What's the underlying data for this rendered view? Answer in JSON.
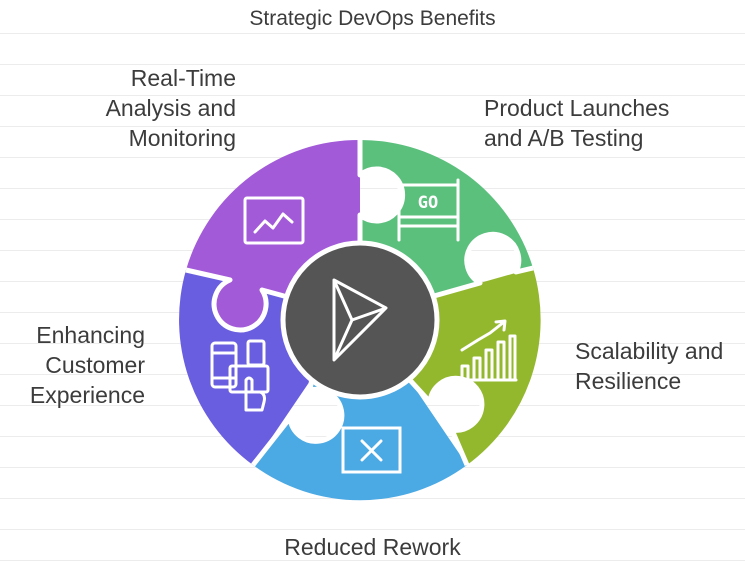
{
  "title": "Strategic DevOps Benefits",
  "segments": [
    {
      "id": "realtime",
      "lines": [
        "Real-Time",
        "Analysis and",
        "Monitoring"
      ],
      "color": "#a25ad8",
      "icon": "line-chart-icon"
    },
    {
      "id": "product",
      "lines": [
        "Product Launches",
        "and A/B Testing"
      ],
      "color": "#5cc07d",
      "icon": "go-sign-icon",
      "icon_text": "GO"
    },
    {
      "id": "scale",
      "lines": [
        "Scalability and",
        "Resilience"
      ],
      "color": "#93b82e",
      "icon": "growth-chart-icon"
    },
    {
      "id": "rework",
      "lines": [
        "Reduced Rework"
      ],
      "color": "#4ba9e4",
      "icon": "close-box-icon"
    },
    {
      "id": "enhance",
      "lines": [
        "Enhancing",
        "Customer",
        "Experience"
      ],
      "color": "#6a5ee0",
      "icon": "devices-touch-icon"
    }
  ],
  "center": {
    "color": "#555555",
    "icon": "dynamics-logo-icon"
  }
}
